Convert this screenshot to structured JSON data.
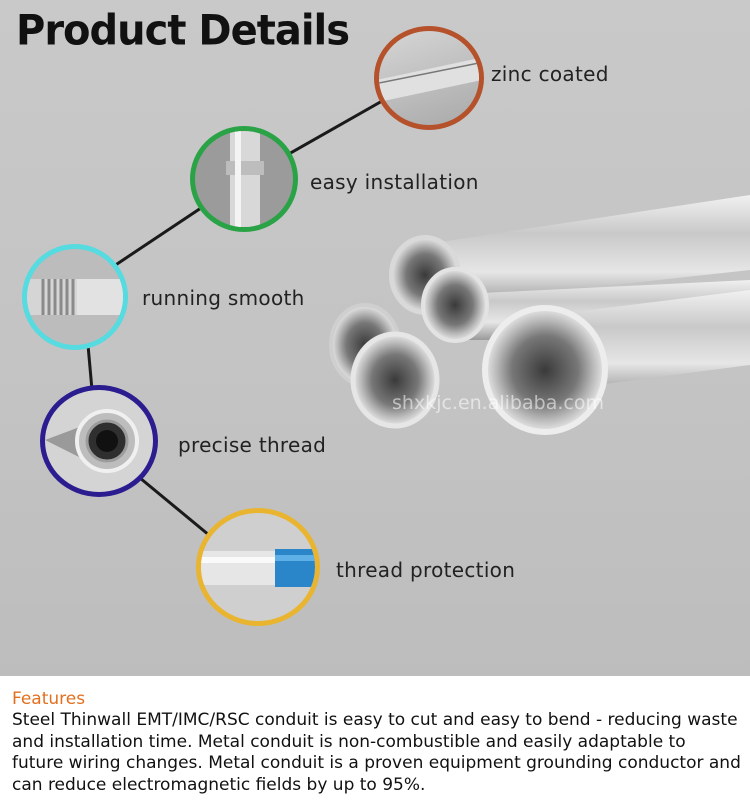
{
  "title": "Product Details",
  "details": [
    {
      "label": "zinc coated",
      "ring_color": "#b5522b",
      "icon": "zinc-coated-pipe-icon"
    },
    {
      "label": "easy installation",
      "ring_color": "#2aa347",
      "icon": "coupling-pipe-icon"
    },
    {
      "label": "running smooth",
      "ring_color": "#55dbe0",
      "icon": "threaded-end-icon"
    },
    {
      "label": "precise thread",
      "ring_color": "#2b1d8f",
      "icon": "inner-thread-icon"
    },
    {
      "label": "thread protection",
      "ring_color": "#e9b430",
      "icon": "blue-cap-pipe-icon"
    }
  ],
  "watermark": "shxkjc.en.alibaba.com",
  "features": {
    "title": "Features",
    "text": "Steel Thinwall EMT/IMC/RSC conduit is easy to cut and easy to bend - reducing waste and installation time. Metal conduit is non-combustible and easily adaptable to future wiring changes. Metal conduit is a proven equipment grounding conductor and can reduce electromagnetic fields by up to 95%."
  },
  "colors": {
    "accent": "#e2701f",
    "background": "#c4c4c4"
  }
}
